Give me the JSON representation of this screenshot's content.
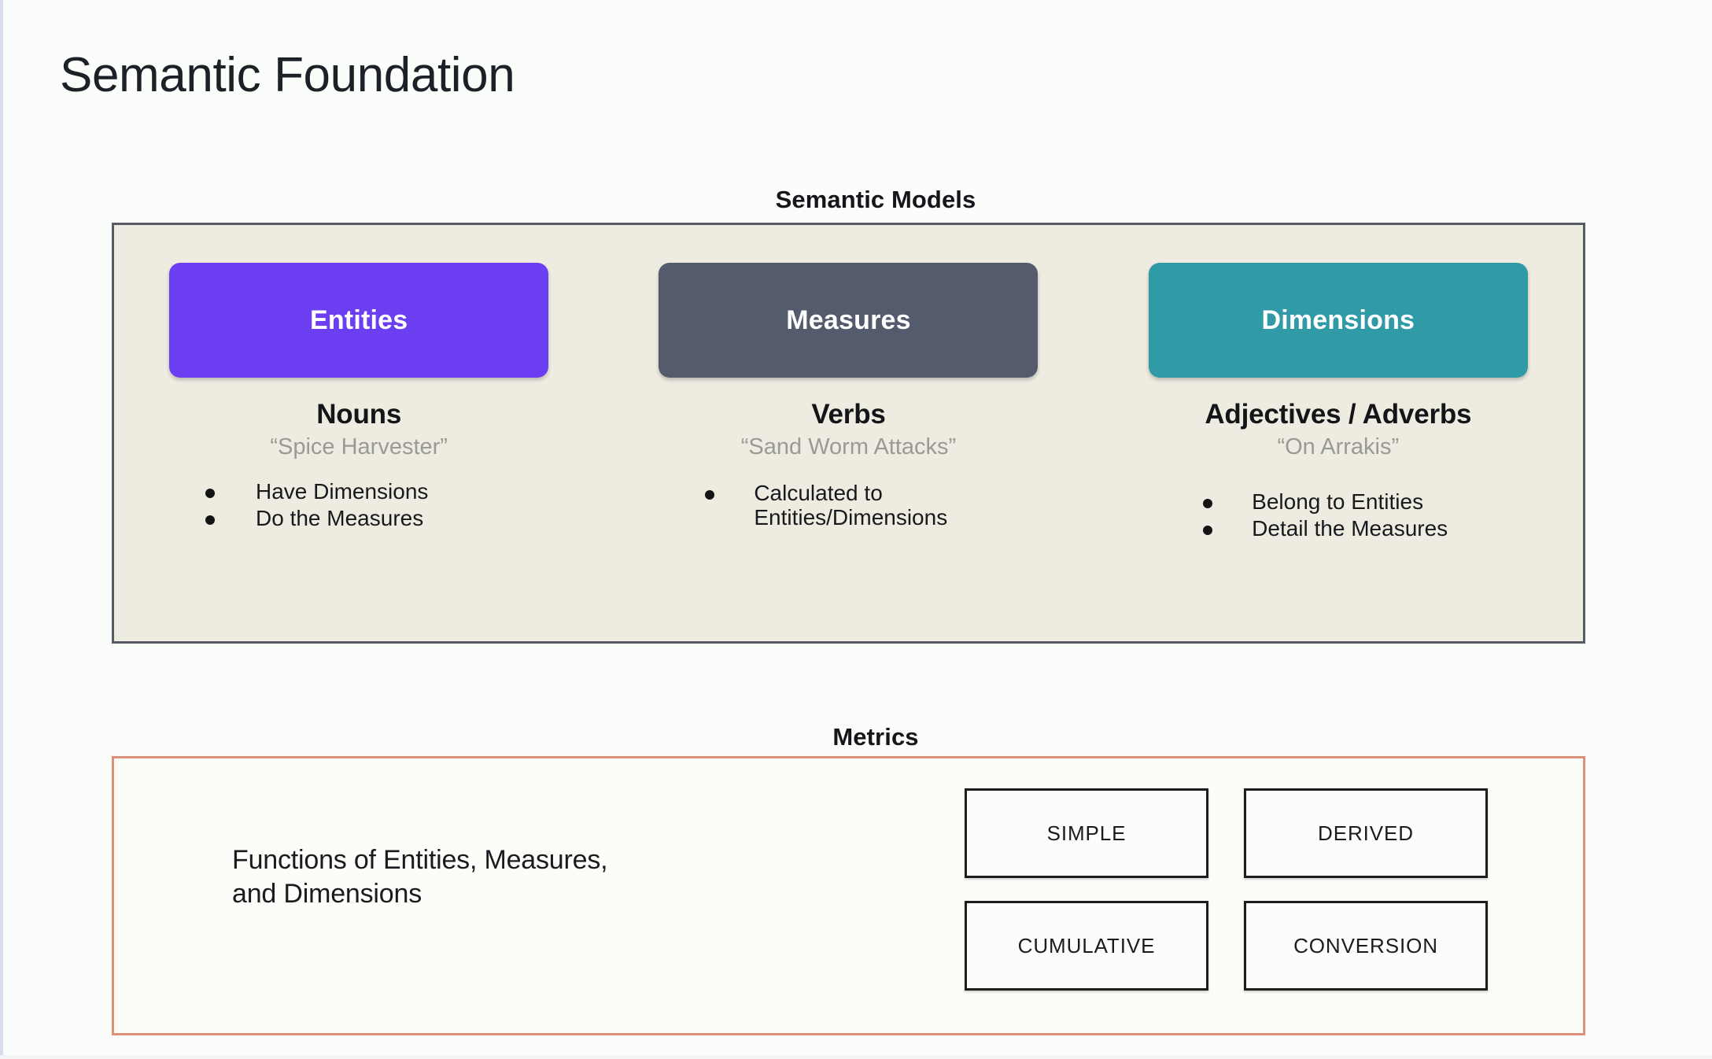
{
  "slide": {
    "title": "Semantic Foundation",
    "background_color": "#fbfdfa"
  },
  "semantic_models": {
    "caption": "Semantic Models",
    "panel_background": "#eeece0",
    "panel_border_color": "#565b66",
    "columns": [
      {
        "pill_label": "Entities",
        "pill_color": "#6c3ef2",
        "part_of_speech": "Nouns",
        "example": "“Spice Harvester”",
        "bullets": [
          "Have Dimensions",
          "Do the Measures"
        ]
      },
      {
        "pill_label": "Measures",
        "pill_color": "#535b6d",
        "part_of_speech": "Verbs",
        "example": "“Sand Worm Attacks”",
        "bullets": [
          "Calculated to\nEntities/Dimensions"
        ]
      },
      {
        "pill_label": "Dimensions",
        "pill_color": "#309aa7",
        "part_of_speech": "Adjectives / Adverbs",
        "example": "“On Arrakis”",
        "bullets": [
          "Belong to Entities",
          "Detail the Measures"
        ]
      }
    ]
  },
  "metrics": {
    "caption": "Metrics",
    "panel_border_color": "#e08f79",
    "description_line_1": "Functions of Entities, Measures,",
    "description_line_2": "and Dimensions",
    "types": [
      "SIMPLE",
      "DERIVED",
      "CUMULATIVE",
      "CONVERSION"
    ]
  }
}
